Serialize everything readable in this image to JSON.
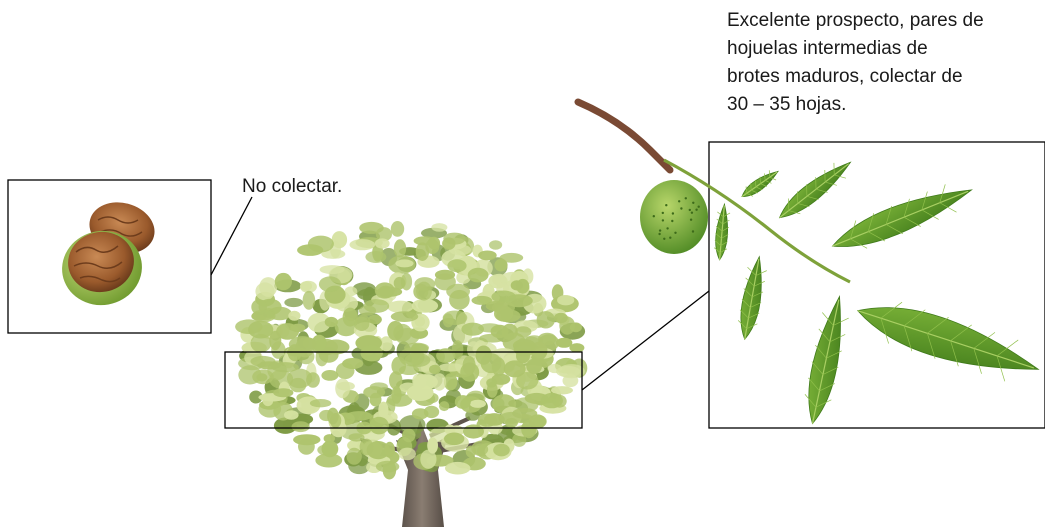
{
  "annotations": {
    "nuts": "No colectar.",
    "leaves": {
      "lines": [
        "Excelente prospecto, pares de",
        "hojuelas intermedias de",
        "brotes maduros, colectar de",
        "30 – 35 hojas."
      ]
    }
  },
  "illustrations": {
    "tree": "walnut-tree",
    "nuts": "walnut-nuts",
    "branch": "walnut-leaf-branch"
  },
  "colors": {
    "foliage_light": "#d6e2a2",
    "foliage_mid": "#aec46d",
    "foliage_dark": "#7e9b45",
    "trunk": "#6e6158",
    "leaf": "#5f9a2a",
    "leaf_dark": "#3f7a1a",
    "nut_shell": "#9a5a2c",
    "nut_husk": "#a8c24a",
    "stem": "#7a4a34",
    "frame": "#000000"
  }
}
